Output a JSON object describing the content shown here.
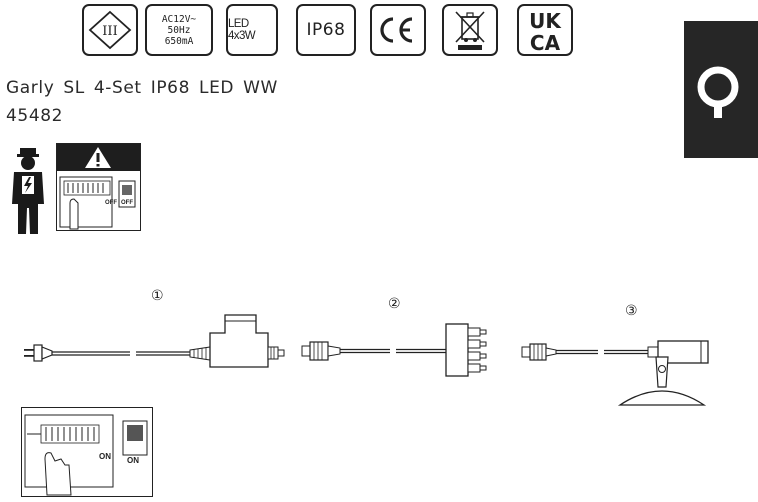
{
  "certifications": {
    "class3_symbol": "III",
    "electrical_spec_lines": [
      "AC12V~",
      "50Hz",
      "650mA"
    ],
    "led_spec": "LED 4x3W",
    "ip_rating": "IP68",
    "ce_mark": "CE",
    "weee_icon": "crossed-out-bin-icon",
    "ukca_lines": [
      "UK",
      "CA"
    ]
  },
  "product": {
    "name": "Garly SL 4-Set IP68 LED WW",
    "article_number": "45482"
  },
  "safety": {
    "switch_off_label": "OFF",
    "switch_off_label_2": "OFF"
  },
  "components": {
    "item_1": "①",
    "item_2": "②",
    "item_3": "③"
  },
  "switch_on": {
    "label_1": "ON",
    "label_2": "ON"
  },
  "side_tab_icon": "pin-marker-icon"
}
